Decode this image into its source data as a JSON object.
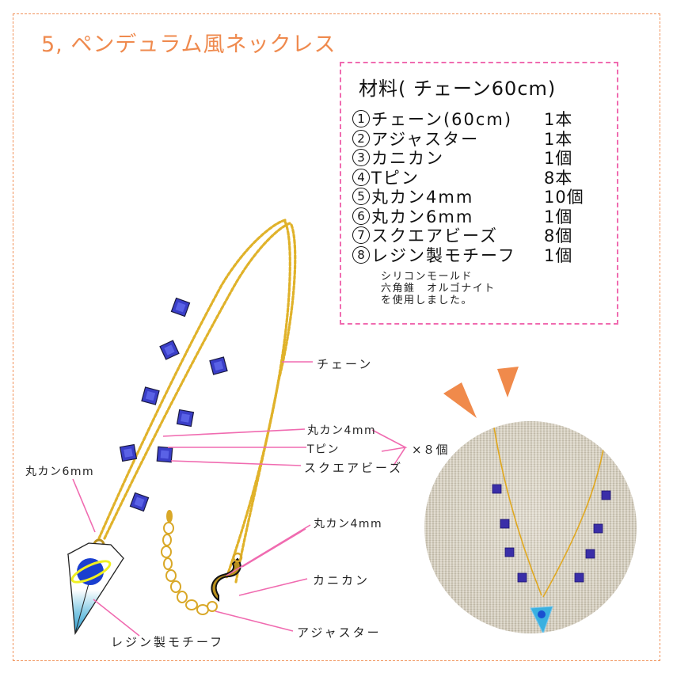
{
  "title": "5, ペンデュラム風ネックレス",
  "colors": {
    "accent_orange": "#ef8a4e",
    "frame_orange": "#f0925a",
    "box_pink": "#f06bb0",
    "pointer_pink": "#f06bb0",
    "chain_gold": "#e0b22a",
    "bead_blue": "#3a3ec8"
  },
  "materials": {
    "title": "材料( チェーン60cm)",
    "items": [
      {
        "num": "1",
        "name": "チェーン(60cm)",
        "qty": "1本"
      },
      {
        "num": "2",
        "name": "アジャスター",
        "qty": "1本"
      },
      {
        "num": "3",
        "name": "カニカン",
        "qty": "1個"
      },
      {
        "num": "4",
        "name": "Tピン",
        "qty": "8本"
      },
      {
        "num": "5",
        "name": "丸カン4mm",
        "qty": "10個"
      },
      {
        "num": "6",
        "name": "丸カン6mm",
        "qty": "1個"
      },
      {
        "num": "7",
        "name": "スクエアビーズ",
        "qty": "8個"
      },
      {
        "num": "8",
        "name": "レジン製モチーフ",
        "qty": "1個"
      }
    ],
    "note": "シリコンモールド\n六角錐　オルゴナイト\nを使用しました。"
  },
  "diagram_labels": {
    "chain": "チェーン",
    "jump_ring_4mm_top": "丸カン4mm",
    "t_pin": "Tピン",
    "square_beads": "スクエアビーズ",
    "times_8": "×８個",
    "jump_ring_6mm": "丸カン6mm",
    "jump_ring_4mm_bottom": "丸カン4mm",
    "lobster_clasp": "カニカン",
    "adjuster": "アジャスター",
    "resin_motif": "レジン製モチーフ"
  },
  "photo": {
    "alt": "finished pendulum necklace photo"
  }
}
